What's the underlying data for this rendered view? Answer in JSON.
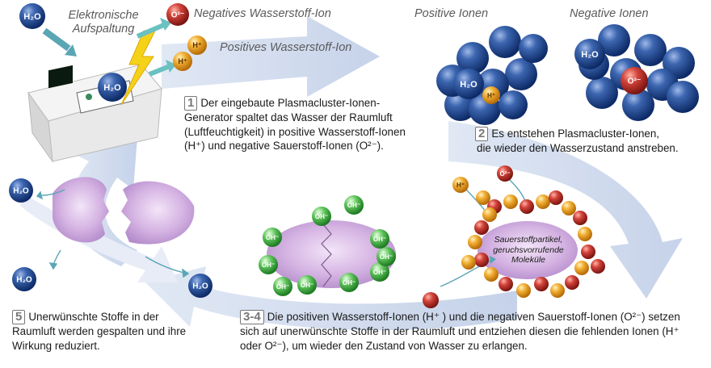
{
  "labels": {
    "elektronische": "Elektronische",
    "aufspaltung": "Aufspaltung",
    "neg_wasserstoff": "Negatives Wasserstoff-Ion",
    "pos_wasserstoff": "Positives Wasserstoff-Ion",
    "positive_ionen": "Positive Ionen",
    "negative_ionen": "Negative Ionen",
    "h2o": "H₂O",
    "o2": "O²⁻",
    "hplus": "H⁺",
    "oh": "OH⁻",
    "molecule_1": "Sauerstoffpartikel,",
    "molecule_2": "geruchsvorrufende",
    "molecule_3": "Moleküle"
  },
  "steps": {
    "s1_num": "1",
    "s1_text": "Der eingebaute Plasmacluster-Ionen-Generator spaltet das Wasser der Raumluft (Luftfeuchtigkeit) in positive Wasserstoff-Ionen (H⁺) und negative Sauerstoff-Ionen (O²⁻).",
    "s2_num": "2",
    "s2_text_1": "Es entstehen Plasmacluster-Ionen,",
    "s2_text_2": "die wieder den Wasserzustand anstreben.",
    "s34_num": "3-4",
    "s34_text": "Die positiven Wasserstoff-Ionen (H⁺ ) und die negativen Sauerstoff-Ionen (O²⁻) setzen sich auf unerwünschte Stoffe in der Raumluft und entziehen diesen die fehlenden Ionen (H⁺ oder  O²⁻), um wieder den Zustand von Wasser zu erlangen.",
    "s5_num": "5",
    "s5_text": "Unerwünschte Stoffe in der Raumluft werden gespalten und ihre Wirkung reduziert."
  },
  "colors": {
    "blue_ion": "#1f4f94",
    "red_ion": "#c0392b",
    "orange_ion": "#f0a020",
    "green_ion": "#2e9a3c",
    "purple_particle": "#c9a4d8",
    "arrow": "#c8d4ea"
  }
}
